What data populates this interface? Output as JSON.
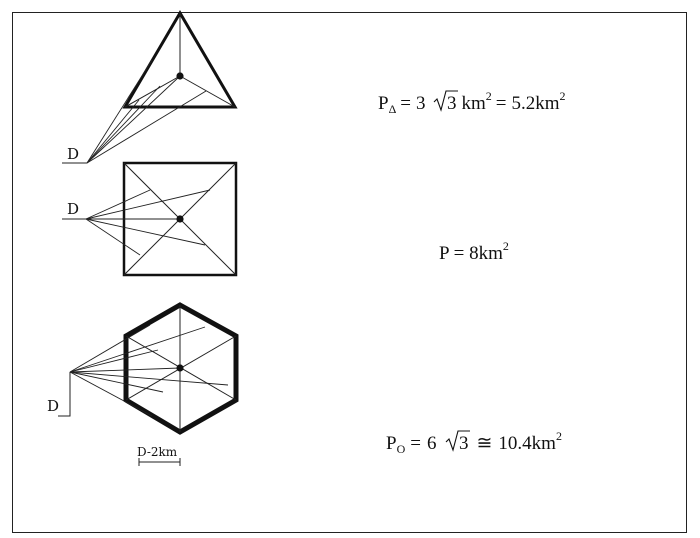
{
  "labels": {
    "distance_marker": "D",
    "scale_label": "D-2km"
  },
  "formulas": {
    "triangle": {
      "symbol": "P",
      "subscript": "Δ",
      "eq": "=",
      "coef": "3",
      "root_arg": "3",
      "unit": "km",
      "exp": "2",
      "eq2": "=",
      "approx_value": "5.2km",
      "approx_exp": "2"
    },
    "square": {
      "text": "P = 8km",
      "exp": "2"
    },
    "hexagon": {
      "symbol": "P",
      "subscript": "O",
      "eq": "=",
      "coef": "6",
      "root_arg": "3",
      "approx": "≅",
      "approx_value": "10.4km",
      "approx_exp": "2"
    }
  },
  "colors": {
    "stroke": "#111111",
    "frame": "#000000"
  }
}
